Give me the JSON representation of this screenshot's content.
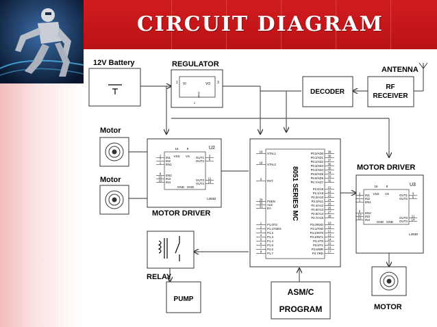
{
  "title": "CIRCUIT DIAGRAM",
  "labels": {
    "battery": "12V Battery",
    "regulator": "REGULATOR",
    "antenna": "ANTENNA",
    "decoder": "DECODER",
    "rf_receiver_1": "RF",
    "rf_receiver_2": "RECEIVER",
    "motor_top": "Motor",
    "motor_bottom": "Motor",
    "motor_driver_left": "MOTOR DRIVER",
    "motor_driver_right": "MOTOR DRIVER",
    "mcu": "8051 SERIES MC",
    "relay": "RELAY",
    "pump": "PUMP",
    "asm_1": "ASM/C",
    "asm_2": "PROGRAM",
    "motor_right": "MOTOR"
  },
  "regulator_pins": {
    "vi": "VI",
    "vo": "VO",
    "gnd": "GND",
    "p1": "1",
    "p2": "2",
    "p3": "3"
  },
  "u2": {
    "ref": "U2",
    "part": "L293D",
    "top_pins": [
      "16",
      "8"
    ],
    "top_labels": [
      "VSS",
      "VS"
    ],
    "left_nums": [
      "2",
      "7",
      "1",
      "9",
      "10",
      "15"
    ],
    "left_labels": [
      "IN1",
      "IN2",
      "EN1",
      "EN2",
      "IN3",
      "IN4"
    ],
    "right_labels": [
      "OUT1",
      "OUT2",
      "OUT3",
      "OUT4"
    ],
    "right_nums": [
      "3",
      "6",
      "11",
      "14"
    ],
    "bottom_labels": [
      "GND",
      "GND"
    ]
  },
  "u3": {
    "ref": "U3",
    "part": "L293D",
    "top_pins": [
      "16",
      "8"
    ],
    "top_labels": [
      "VSS",
      "VS"
    ],
    "left_nums": [
      "2",
      "7",
      "1",
      "9",
      "10",
      "15"
    ],
    "left_labels": [
      "IN1",
      "IN2",
      "EN1",
      "EN2",
      "IN3",
      "IN4"
    ],
    "right_labels": [
      "OUT1",
      "OUT2",
      "OUT3",
      "OUT4"
    ],
    "right_nums": [
      "3",
      "6",
      "11",
      "14"
    ],
    "bottom_labels": [
      "GND",
      "GND"
    ]
  },
  "mcu_pins": {
    "left": [
      {
        "n": "19",
        "l": "XTAL1"
      },
      {
        "n": "18",
        "l": "XTAL2"
      },
      {
        "n": "9",
        "l": "RST"
      },
      {
        "n": "29",
        "l": "PSEN"
      },
      {
        "n": "30",
        "l": "ALE"
      },
      {
        "n": "31",
        "l": "EA"
      },
      {
        "n": "1",
        "l": "P1.0/T2"
      },
      {
        "n": "2",
        "l": "P1.1/T2EX"
      },
      {
        "n": "3",
        "l": "P1.2"
      },
      {
        "n": "4",
        "l": "P1.3"
      },
      {
        "n": "5",
        "l": "P1.4"
      },
      {
        "n": "6",
        "l": "P1.5"
      },
      {
        "n": "7",
        "l": "P1.6"
      },
      {
        "n": "8",
        "l": "P1.7"
      }
    ],
    "right": [
      {
        "n": "39",
        "l": "P0.0/AD0"
      },
      {
        "n": "38",
        "l": "P0.1/AD1"
      },
      {
        "n": "37",
        "l": "P0.2/AD2"
      },
      {
        "n": "36",
        "l": "P0.3/AD3"
      },
      {
        "n": "35",
        "l": "P0.4/AD4"
      },
      {
        "n": "34",
        "l": "P0.5/AD5"
      },
      {
        "n": "33",
        "l": "P0.6/AD6"
      },
      {
        "n": "32",
        "l": "P0.7/AD7"
      },
      {
        "n": "21",
        "l": "P2.0/A8"
      },
      {
        "n": "22",
        "l": "P2.1/A9"
      },
      {
        "n": "23",
        "l": "P2.2/A10"
      },
      {
        "n": "24",
        "l": "P2.3/A11"
      },
      {
        "n": "25",
        "l": "P2.4/A12"
      },
      {
        "n": "26",
        "l": "P2.5/A13"
      },
      {
        "n": "27",
        "l": "P2.6/A14"
      },
      {
        "n": "28",
        "l": "P2.7/A15"
      },
      {
        "n": "10",
        "l": "P3.0/RXD"
      },
      {
        "n": "11",
        "l": "P3.1/TXD"
      },
      {
        "n": "12",
        "l": "P3.2/INT0"
      },
      {
        "n": "13",
        "l": "P3.3/INT1"
      },
      {
        "n": "14",
        "l": "P3.4/T0"
      },
      {
        "n": "15",
        "l": "P3.5/T1"
      },
      {
        "n": "16",
        "l": "P3.6/WR"
      },
      {
        "n": "17",
        "l": "P3.7/RD"
      }
    ]
  },
  "colors": {
    "header": "#c8161a",
    "line": "#555555",
    "box": "#333333"
  }
}
